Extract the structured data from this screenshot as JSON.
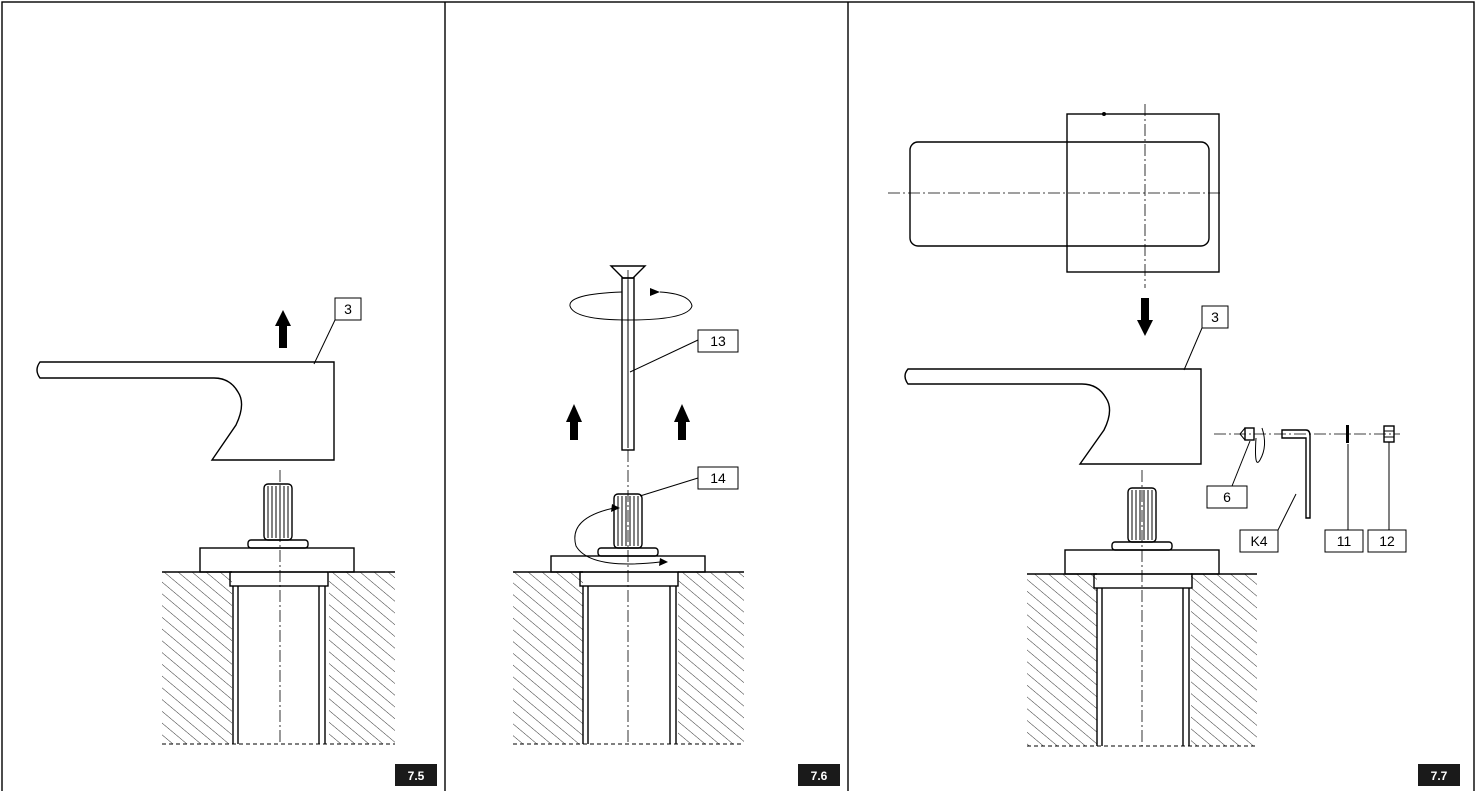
{
  "panels": [
    {
      "id": "7.5",
      "figure_tag": "7.5",
      "callouts": [
        "3"
      ]
    },
    {
      "id": "7.6",
      "figure_tag": "7.6",
      "callouts": [
        "13",
        "14"
      ]
    },
    {
      "id": "7.7",
      "figure_tag": "7.7",
      "callouts": [
        "3",
        "6",
        "K4",
        "11",
        "12"
      ]
    }
  ],
  "colors": {
    "ink": "#000000",
    "paper": "#ffffff",
    "tag_bg": "#1a1a1a"
  },
  "icons": [
    "arrow-up-icon",
    "arrow-down-icon",
    "rotation-arrow-icon"
  ]
}
